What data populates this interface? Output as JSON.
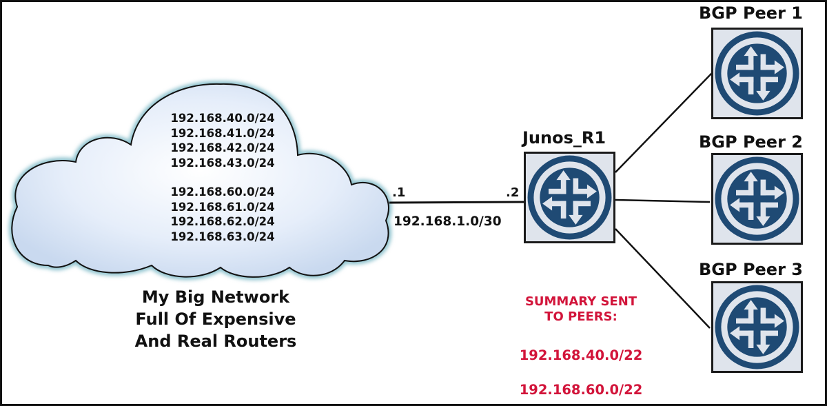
{
  "cloud": {
    "prefixes_group_a": [
      "192.168.40.0/24",
      "192.168.41.0/24",
      "192.168.42.0/24",
      "192.168.43.0/24"
    ],
    "prefixes_group_b": [
      "192.168.60.0/24",
      "192.168.61.0/24",
      "192.168.62.0/24",
      "192.168.63.0/24"
    ],
    "caption": [
      "My Big Network",
      "Full Of Expensive",
      "And Real Routers"
    ]
  },
  "link": {
    "left_host": ".1",
    "right_host": ".2",
    "subnet": "192.168.1.0/30"
  },
  "routers": {
    "core": {
      "label": "Junos_R1",
      "icon": "juniper-router-icon"
    },
    "peers": [
      {
        "label": "BGP Peer 1",
        "icon": "juniper-router-icon"
      },
      {
        "label": "BGP Peer 2",
        "icon": "juniper-router-icon"
      },
      {
        "label": "BGP Peer 3",
        "icon": "juniper-router-icon"
      }
    ]
  },
  "summary": {
    "heading": [
      "SUMMARY SENT",
      "TO PEERS:"
    ],
    "prefixes": [
      "192.168.40.0/22",
      "192.168.60.0/22"
    ]
  },
  "colors": {
    "router_blue": "#1f4a74",
    "router_bg": "#dfe4ec",
    "summary_red": "#d2143a",
    "cloud_fill": "#e6eefa",
    "cloud_glow": "#8fc3cf"
  }
}
